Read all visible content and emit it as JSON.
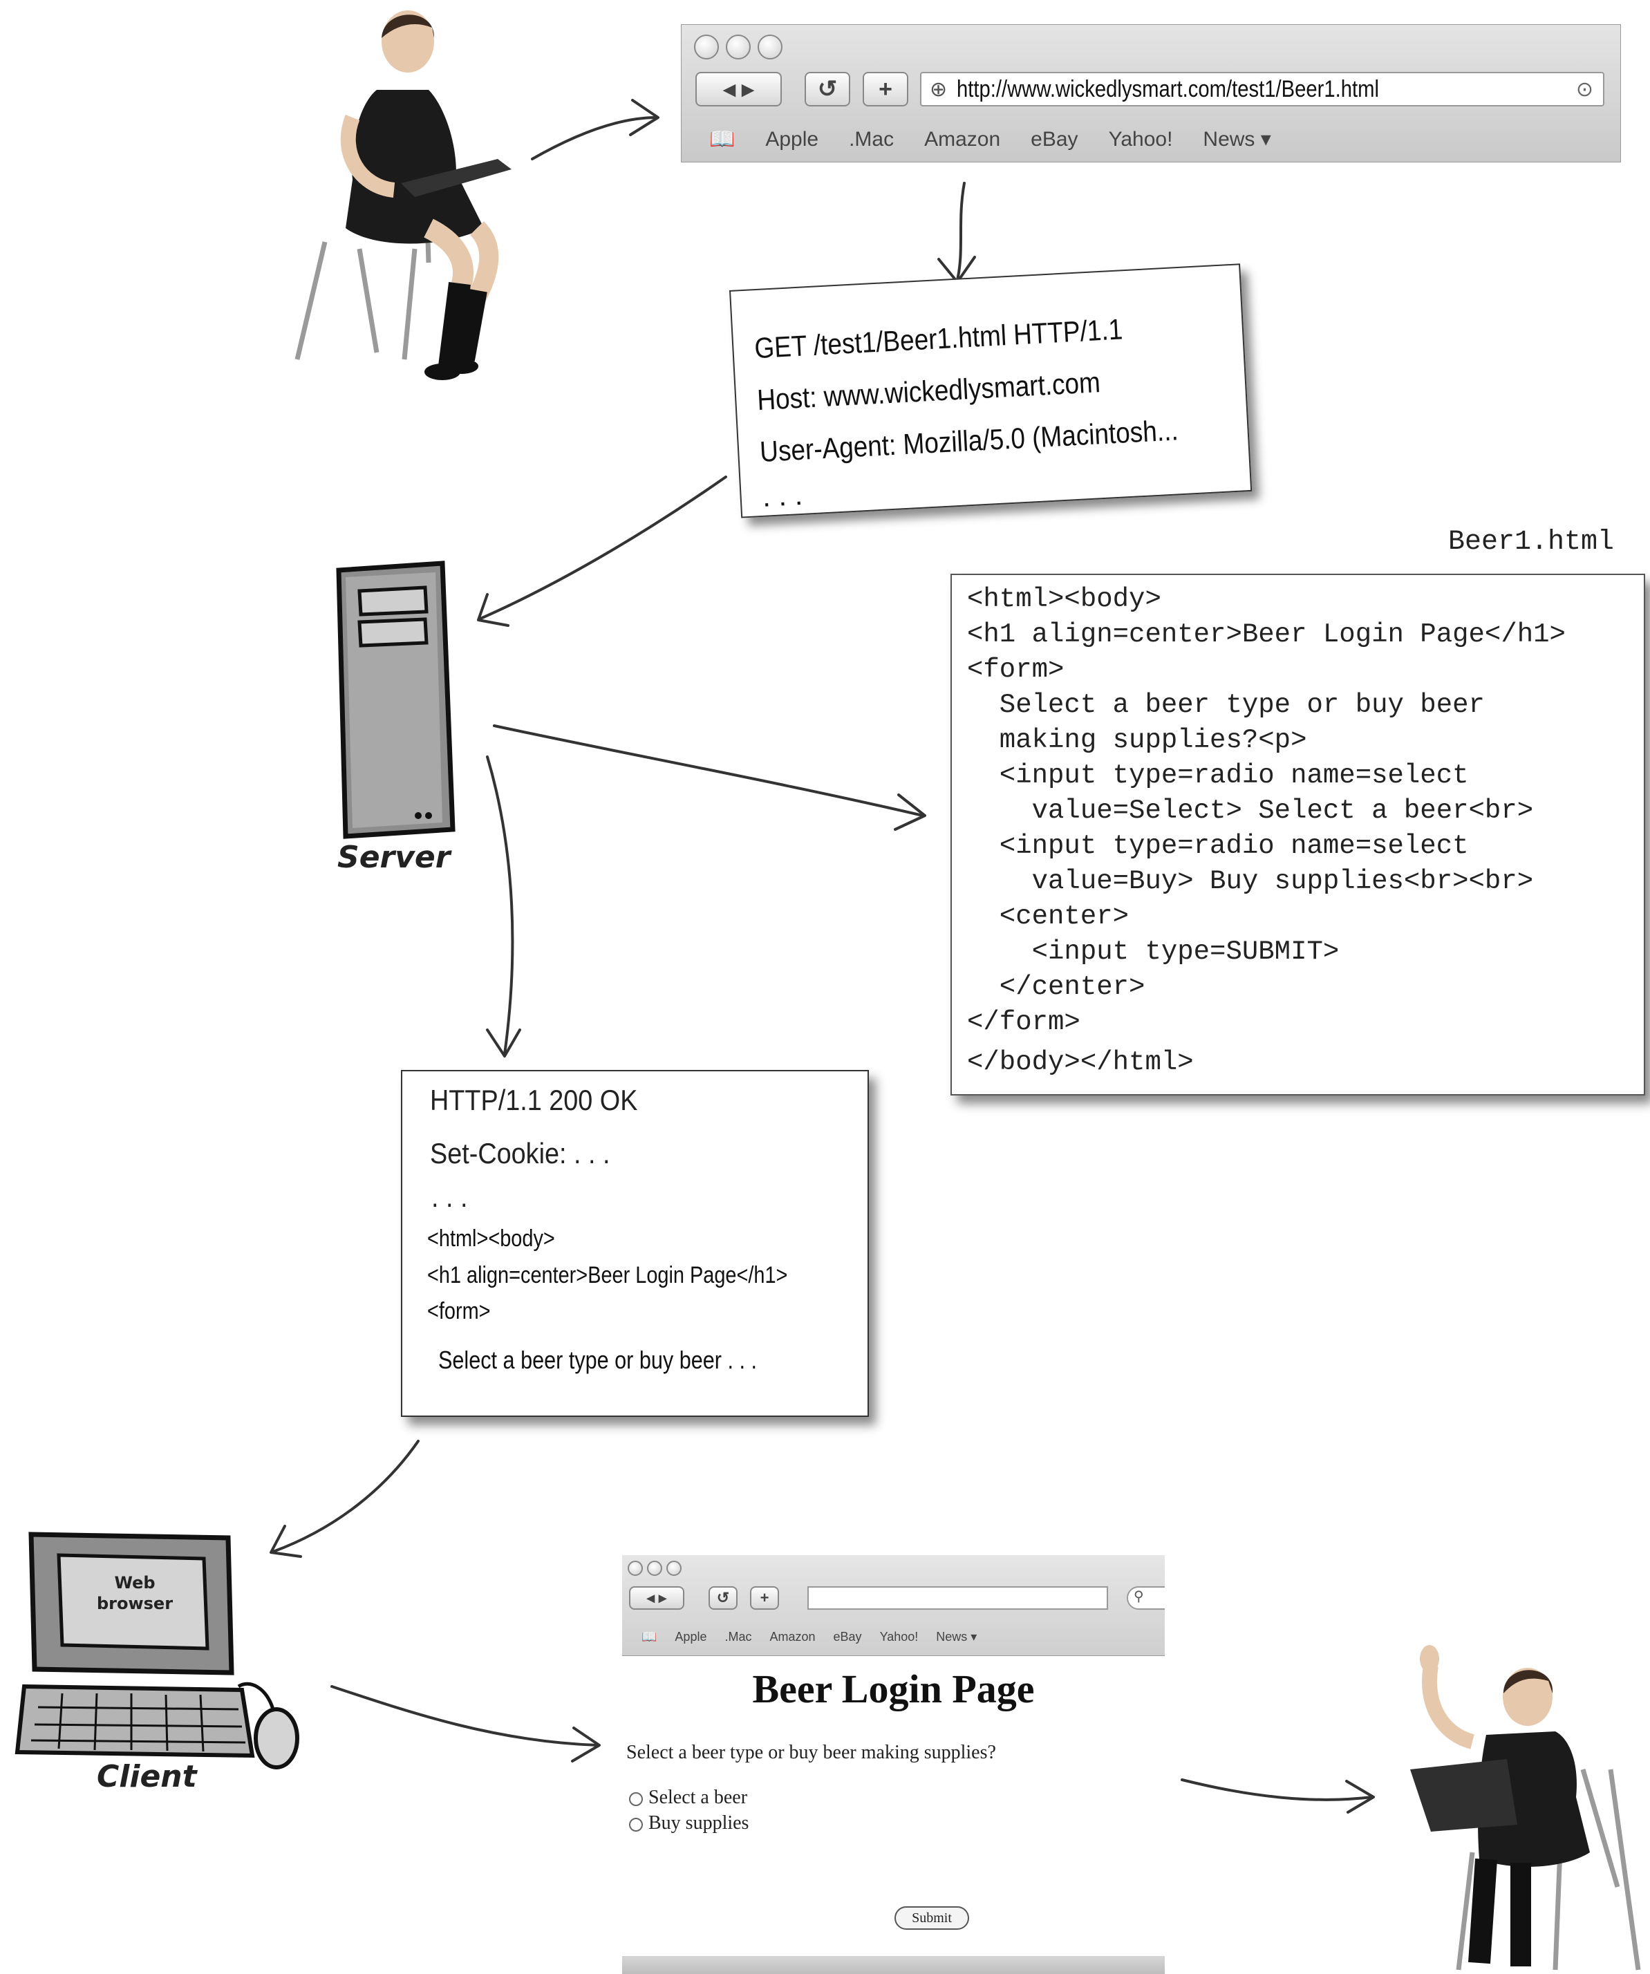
{
  "top_browser": {
    "url": "http://www.wickedlysmart.com/test1/Beer1.html",
    "bookmarks": [
      "Apple",
      ".Mac",
      "Amazon",
      "eBay",
      "Yahoo!",
      "News ▾"
    ]
  },
  "request": {
    "lines": [
      "GET /test1/Beer1.html HTTP/1.1",
      "Host: www.wickedlysmart.com",
      "User-Agent: Mozilla/5.0 (Macintosh...",
      ". . ."
    ]
  },
  "server": {
    "label": "Server"
  },
  "file": {
    "filename": "Beer1.html",
    "code_lines": [
      "<html><body>",
      "<h1 align=center>Beer Login Page</h1>",
      "<form>",
      "  Select a beer type or buy beer",
      "  making supplies?<p>",
      "  <input type=radio name=select",
      "    value=Select> Select a beer<br>",
      "  <input type=radio name=select",
      "    value=Buy> Buy supplies<br><br>",
      "  <center>",
      "    <input type=SUBMIT>",
      "  </center>",
      "</form>",
      "</body></html>"
    ]
  },
  "response": {
    "status": "HTTP/1.1 200 OK",
    "cookie": "Set-Cookie: . . .",
    "ellipsis": ". . .",
    "html_lines": [
      "<html><body>",
      "<h1 align=center>Beer Login Page</h1>",
      "<form>"
    ],
    "select_line": "Select a beer type or buy beer . . ."
  },
  "client": {
    "label": "Client",
    "screen_line1": "Web",
    "screen_line2": "browser"
  },
  "bottom_browser": {
    "bookmarks": [
      "Apple",
      ".Mac",
      "Amazon",
      "eBay",
      "Yahoo!",
      "News ▾"
    ],
    "page_title": "Beer Login Page",
    "question": "Select a beer type or buy beer making supplies?",
    "option_1": "Select a beer",
    "option_2": "Buy supplies",
    "submit": "Submit"
  }
}
